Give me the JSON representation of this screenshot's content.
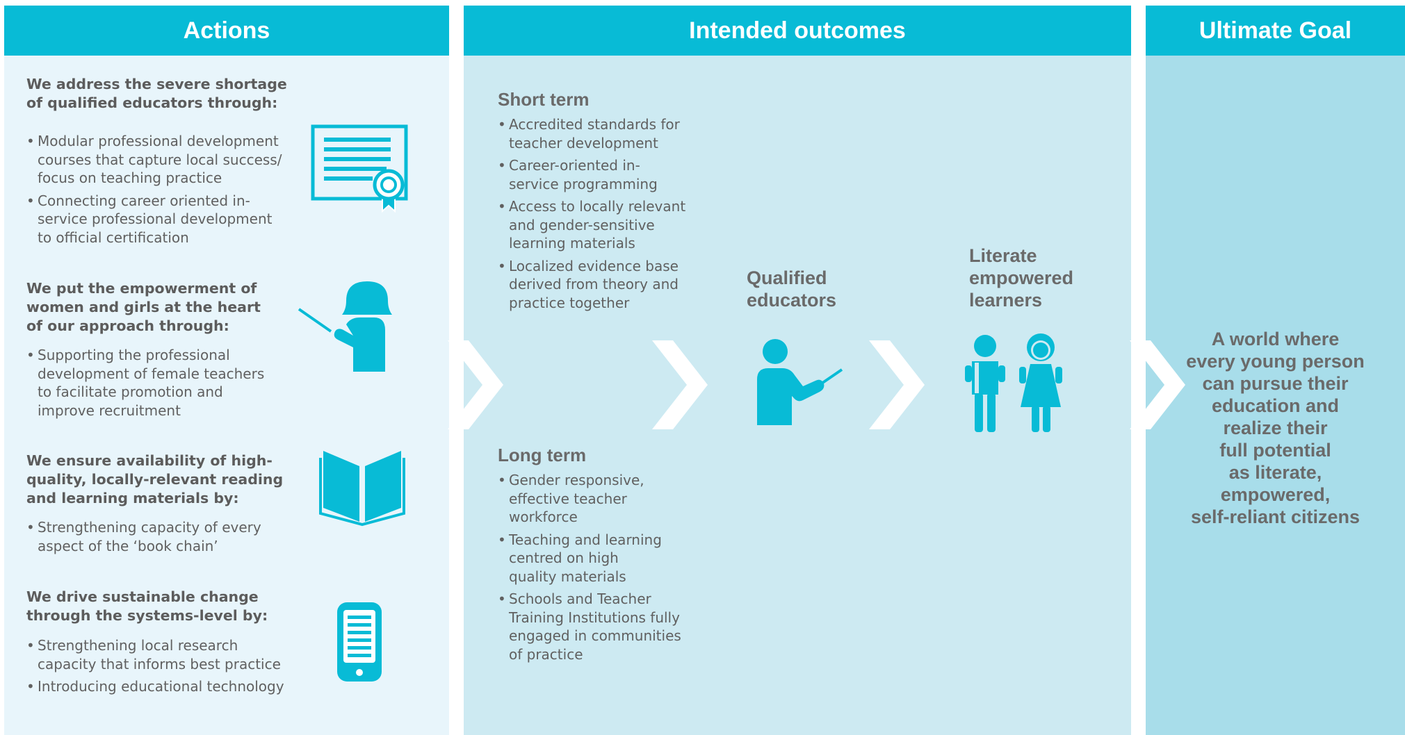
{
  "headers": {
    "actions": "Actions",
    "outcomes": "Intended outcomes",
    "goal": "Ultimate Goal"
  },
  "actions": [
    {
      "title": "We address the severe shortage\nof qualified educators through:",
      "icon": "certificate-icon",
      "bullets": [
        "Modular professional development\ncourses that capture local success/\nfocus on teaching practice",
        "Connecting career oriented in-\nservice professional development\nto official certification"
      ]
    },
    {
      "title": "We put the empowerment of\nwomen and girls at the heart\nof our approach through:",
      "icon": "female-teacher-icon",
      "bullets": [
        "Supporting the professional\ndevelopment of female teachers\nto facilitate promotion and\nimprove recruitment"
      ]
    },
    {
      "title": "We ensure availability of high-\nquality, locally-relevant reading\nand learning materials by:",
      "icon": "open-book-icon",
      "bullets": [
        "Strengthening capacity of every\naspect of the ‘book chain’"
      ]
    },
    {
      "title": "We drive sustainable change\nthrough the systems-level by:",
      "icon": "tablet-icon",
      "bullets": [
        "Strengthening local research\ncapacity that informs best practice",
        "Introducing educational technology"
      ]
    }
  ],
  "outcomes": {
    "short_term": {
      "heading": "Short term",
      "bullets": [
        "Accredited standards for\nteacher development",
        "Career-oriented in-\nservice programming",
        "Access to locally relevant\nand gender-sensitive\nlearning materials",
        "Localized evidence base\nderived from theory and\npractice together"
      ]
    },
    "long_term": {
      "heading": "Long term",
      "bullets": [
        "Gender responsive,\neffective teacher\nworkforce",
        "Teaching and learning\ncentred on high\nquality materials",
        "Schools and Teacher\nTraining Institutions fully\nengaged in communities\nof practice"
      ]
    },
    "qualified_educators": "Qualified\neducators",
    "literate_learners": "Literate\nempowered\nlearners"
  },
  "goal": {
    "text": "A world where\nevery young person\ncan pursue their\neducation and\nrealize their\nfull potential\nas literate,\nempowered,\nself-reliant citizens"
  },
  "colors": {
    "header": "#08bbd6",
    "icon": "#08bbd6",
    "actions_bg": "#e8f5fb",
    "outcomes_bg": "#cdeaf2",
    "goal_bg": "#a8ddea",
    "text": "#5c5c5c"
  }
}
